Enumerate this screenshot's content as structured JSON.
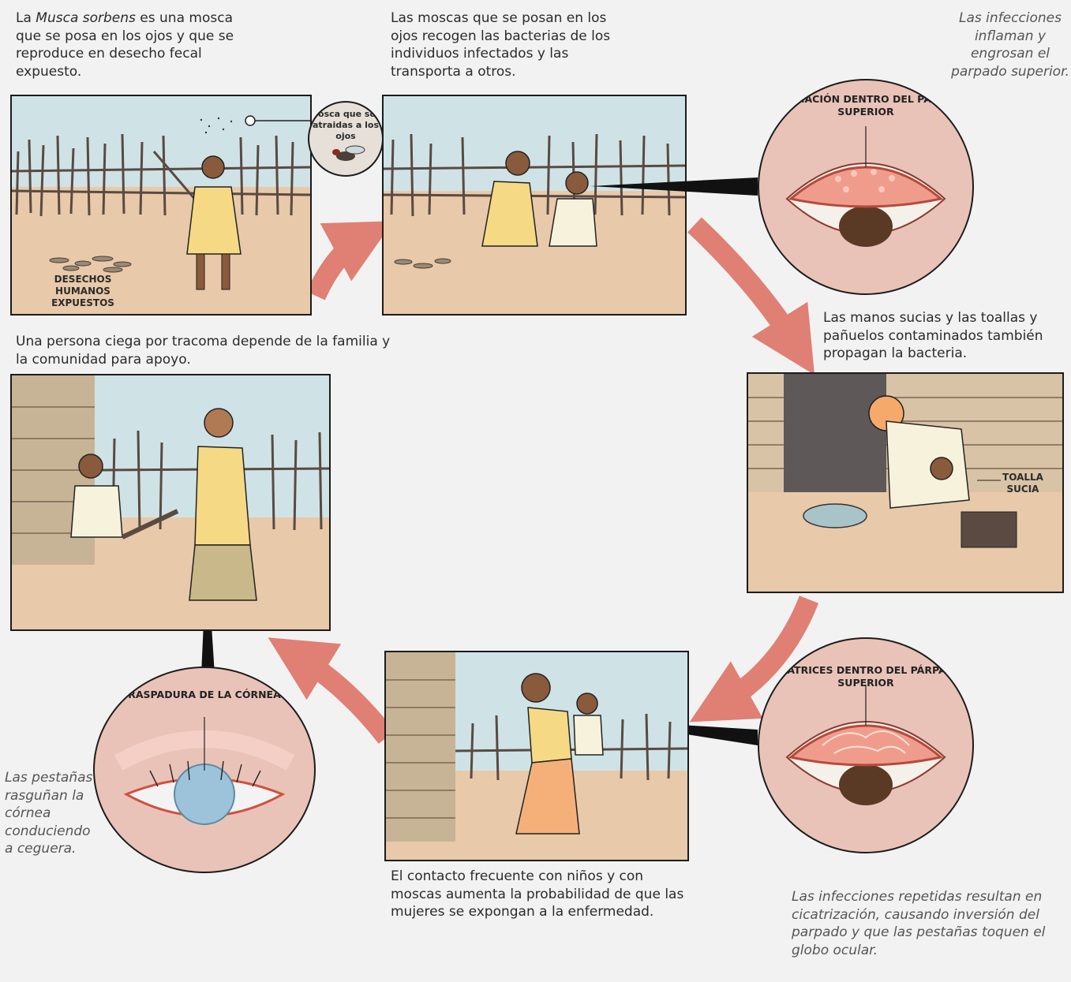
{
  "captions": {
    "musca_pre": "La ",
    "musca_species": "Musca sorbens",
    "musca_post": " es una mosca que se posa en los ojos y que se reproduce en desecho fecal expuesto.",
    "flies": "Las moscas que se posan en los ojos recogen las bacterias de los individuos infectados y las transporta a otros.",
    "inflame": "Las infecciones inflaman y engrosan el parpado superior.",
    "hands": "Las manos sucias y las toallas y pañuelos contaminados también propagan la bacteria.",
    "blind": "Una persona ciega por tracoma depende de la familia y la comunidad para apoyo.",
    "scratch": "Las pestañas rasguñan la córnea conduciendo a ceguera.",
    "contact": "El contacto frecuente con niños y con moscas aumenta la probabilidad de que las mujeres se expongan a la enfermedad.",
    "repeat": "Las infecciones repetidas resultan en cicatrización, causando inversión del parpado y que las pestañas toquen el globo ocular."
  },
  "labels": {
    "waste": "DESECHOS HUMANOS EXPUESTOS",
    "fly_inset": "Mosca que son atraidas a los ojos",
    "inflammation": "INFLAMACIÓN DENTRO DEL PÁRPADO SUPERIOR",
    "towel": "TOALLA SUCIA",
    "scars": "CICATRICES DENTRO DEL PÁRPADO SUPERIOR",
    "cornea": "RASPADURA DE LA CÓRNEA"
  },
  "colors": {
    "arrow": "#e07f74",
    "ground": "#e8c9a9",
    "sky": "#cfe3e6",
    "circle": "#e9c3b8"
  }
}
